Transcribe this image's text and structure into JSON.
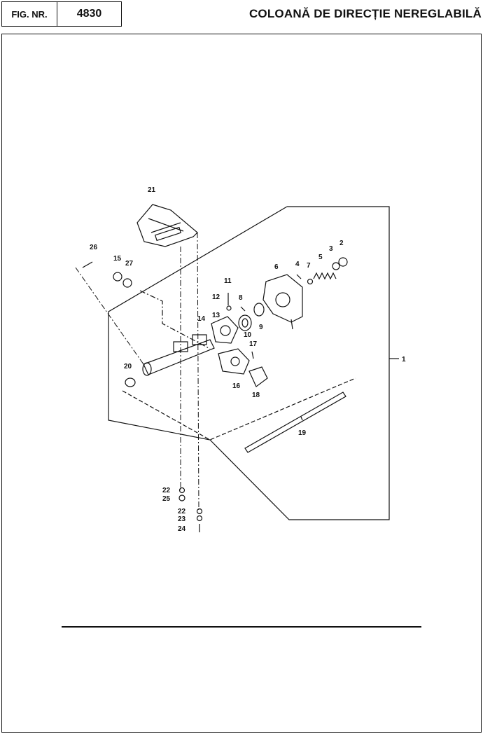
{
  "header": {
    "fig_label": "FIG. NR.",
    "fig_number": "4830",
    "title": "COLOANĂ DE DIRECȚIE NEREGLABILĂ"
  },
  "callouts": [
    "1",
    "2",
    "3",
    "4",
    "5",
    "6",
    "7",
    "8",
    "9",
    "10",
    "11",
    "12",
    "13",
    "14",
    "15",
    "16",
    "17",
    "18",
    "19",
    "20",
    "21",
    "22",
    "23",
    "24",
    "25",
    "26",
    "27"
  ]
}
